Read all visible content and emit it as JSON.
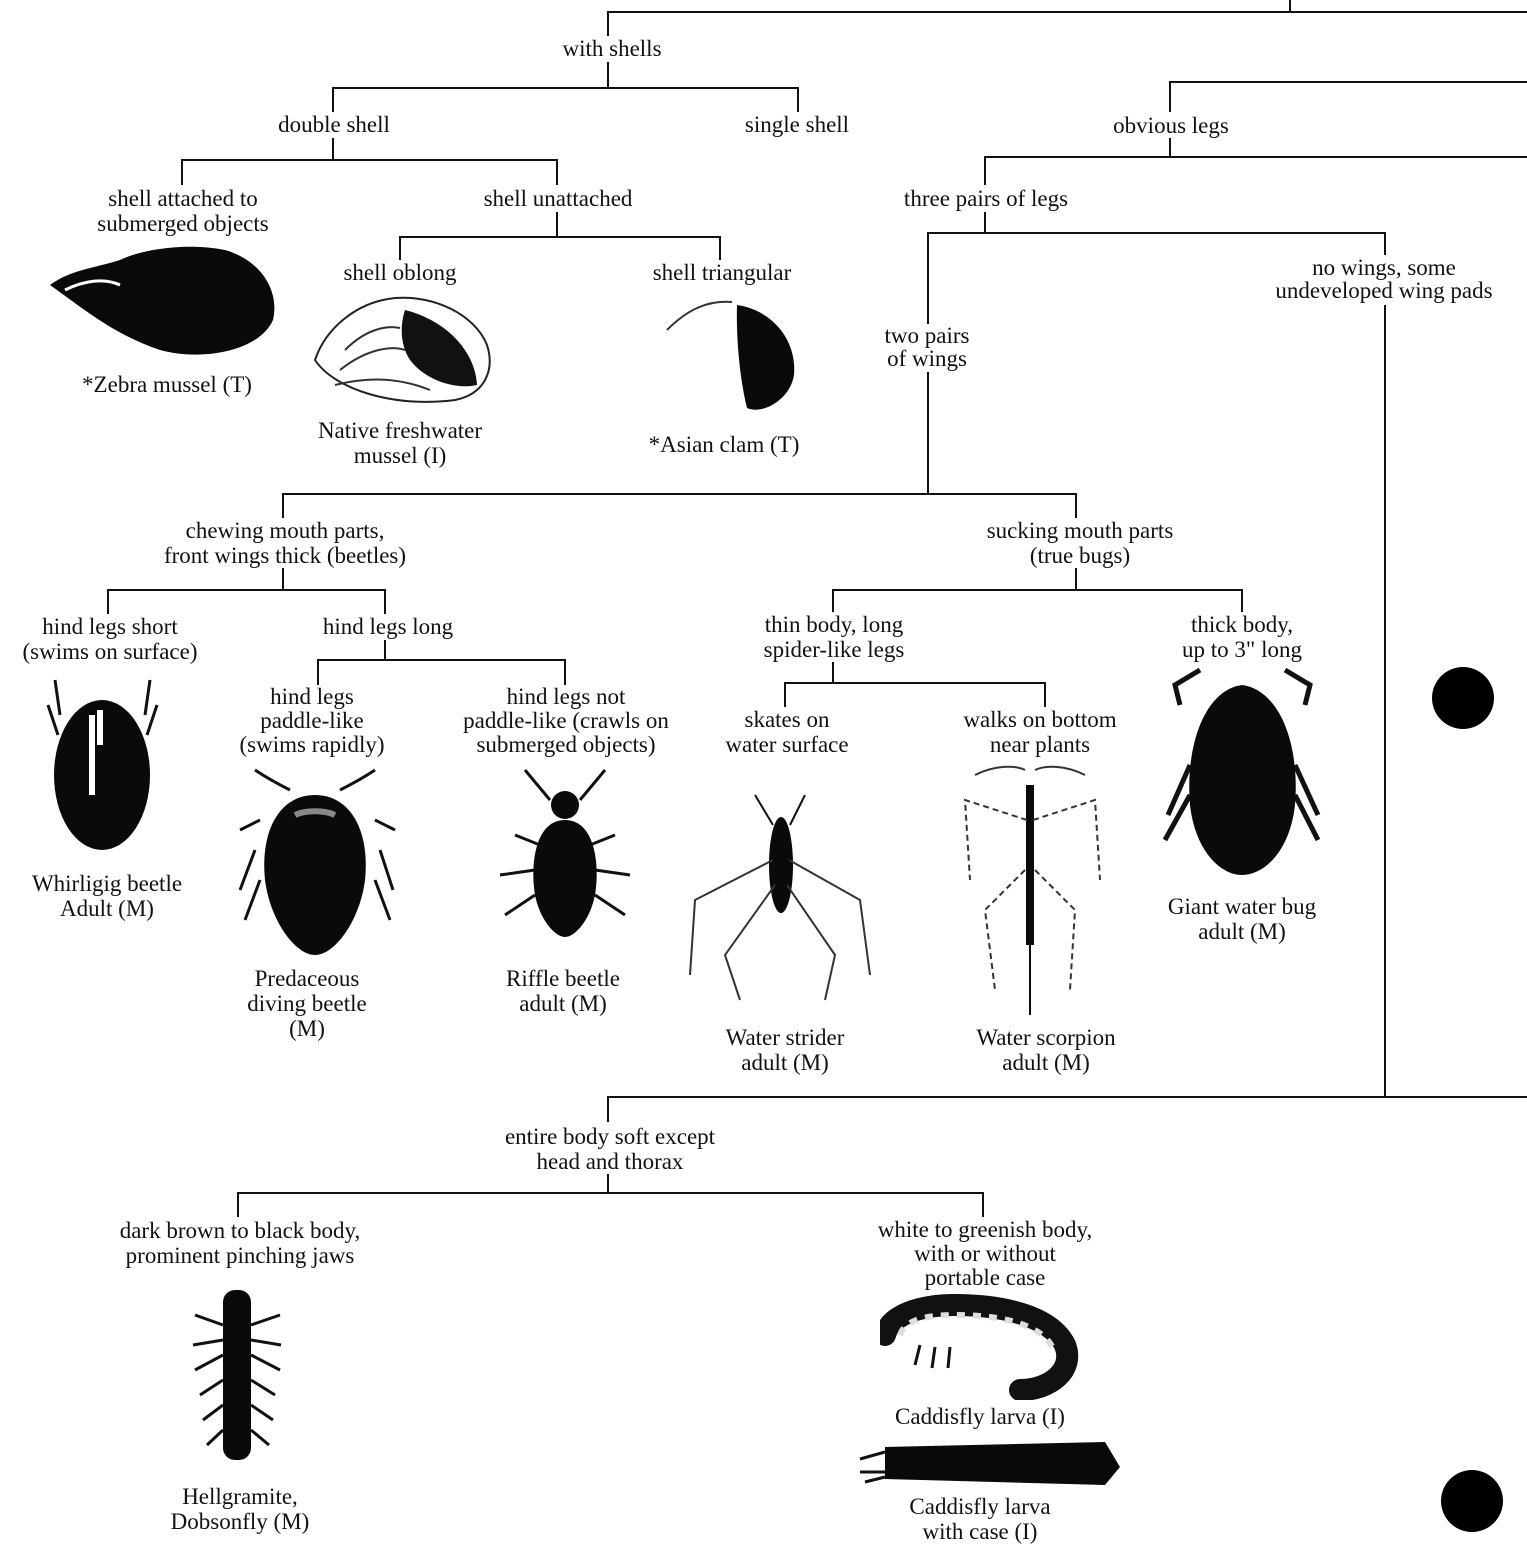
{
  "colors": {
    "ink": "#111111",
    "background": "#ffffff",
    "silhouette": "#0a0a0a"
  },
  "key": {
    "with_shells": "with shells",
    "double_shell": "double shell",
    "single_shell": "single shell",
    "shell_attached": [
      "shell attached to",
      "submerged objects"
    ],
    "shell_unattached": "shell unattached",
    "shell_oblong": "shell oblong",
    "shell_triangular": "shell triangular",
    "obvious_legs": "obvious legs",
    "three_pairs": "three pairs of legs",
    "no_wings": [
      "no wings, some",
      "undeveloped wing pads"
    ],
    "two_pairs_wings": [
      "two pairs",
      "of wings"
    ],
    "chewing": [
      "chewing mouth parts,",
      "front wings thick (beetles)"
    ],
    "sucking": [
      "sucking mouth parts",
      "(true bugs)"
    ],
    "hind_short": [
      "hind legs short",
      "(swims on surface)"
    ],
    "hind_long": "hind legs long",
    "paddle": [
      "hind legs",
      "paddle-like",
      "(swims rapidly)"
    ],
    "not_paddle": [
      "hind legs not",
      "paddle-like (crawls on",
      "submerged objects)"
    ],
    "thin_body": [
      "thin body, long",
      "spider-like legs"
    ],
    "thick_body": [
      "thick body,",
      "up to 3\" long"
    ],
    "skates": [
      "skates on",
      "water surface"
    ],
    "walks": [
      "walks on bottom",
      "near plants"
    ],
    "soft_body": [
      "entire body soft except",
      "head and thorax"
    ],
    "dark_body": [
      "dark brown to black body,",
      "prominent pinching jaws"
    ],
    "white_body": [
      "white to greenish body,",
      "with or without",
      "portable case"
    ]
  },
  "organisms": {
    "zebra": [
      "*Zebra mussel (T)"
    ],
    "native": [
      "Native freshwater",
      "mussel (I)"
    ],
    "asian": [
      "*Asian clam (T)"
    ],
    "whirligig": [
      "Whirligig beetle",
      "Adult (M)"
    ],
    "predaceous": [
      "Predaceous",
      "diving beetle",
      "(M)"
    ],
    "riffle": [
      "Riffle beetle",
      "adult (M)"
    ],
    "strider": [
      "Water strider",
      "adult (M)"
    ],
    "scorpion": [
      "Water scorpion",
      "adult (M)"
    ],
    "giant": [
      "Giant water bug",
      "adult (M)"
    ],
    "hellgrammite": [
      "Hellgramite,",
      "Dobsonfly (M)"
    ],
    "caddis_larva": [
      "Caddisfly larva (I)"
    ],
    "caddis_case": [
      "Caddisfly larva",
      "with case (I)"
    ]
  }
}
